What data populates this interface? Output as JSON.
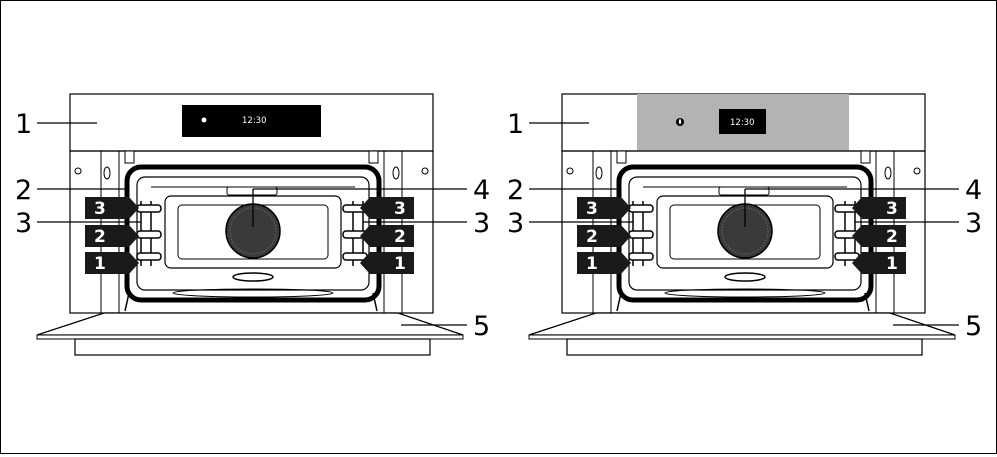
{
  "diagram": {
    "ovens": [
      {
        "display": {
          "time": "12:30",
          "icon": "dot-icon",
          "panel_color": "#ffffff"
        },
        "labels": {
          "control_panel": "1",
          "seal": "2",
          "side_rails_left": "3",
          "side_rails_right": "3",
          "fan": "4",
          "door": "5"
        },
        "shelf_levels_left": [
          "3",
          "2",
          "1"
        ],
        "shelf_levels_right": [
          "3",
          "2",
          "1"
        ]
      },
      {
        "display": {
          "time": "12:30",
          "icon": "drop-icon",
          "panel_color": "#b3b3b3"
        },
        "labels": {
          "control_panel": "1",
          "seal": "2",
          "side_rails_left": "3",
          "side_rails_right": "3",
          "fan": "4",
          "door": "5"
        },
        "shelf_levels_left": [
          "3",
          "2",
          "1"
        ],
        "shelf_levels_right": [
          "3",
          "2",
          "1"
        ]
      }
    ]
  }
}
